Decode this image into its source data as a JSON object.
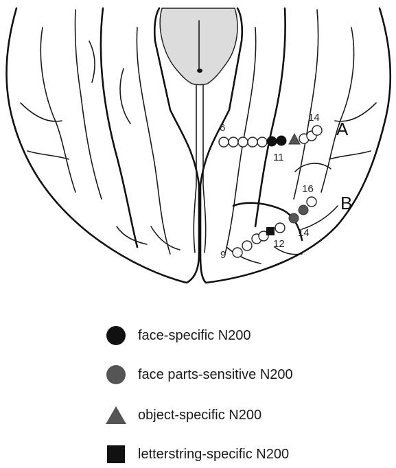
{
  "figure": {
    "regions": {
      "a": "A",
      "b": "B"
    },
    "strip_a_labels": {
      "start": "6",
      "middle": "11",
      "end": "14"
    },
    "strip_b_labels": {
      "start": "9",
      "lower": "12",
      "upper": "14",
      "top": "16"
    }
  },
  "legend": {
    "items": [
      {
        "label": "face-specific N200",
        "symbol": "filled-circle",
        "color": "#111111"
      },
      {
        "label": "face parts-sensitive N200",
        "symbol": "filled-circle",
        "color": "#555555"
      },
      {
        "label": "object-specific N200",
        "symbol": "triangle",
        "color": "#555555"
      },
      {
        "label": "letterstring-specific N200",
        "symbol": "square",
        "color": "#111111"
      }
    ]
  }
}
